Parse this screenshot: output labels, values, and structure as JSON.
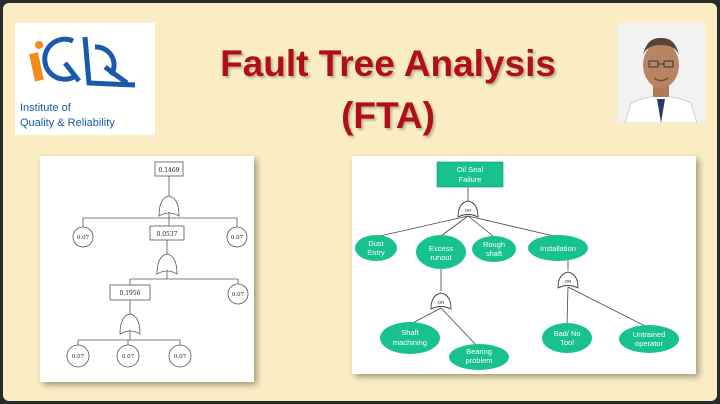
{
  "header": {
    "title_line1": "Fault Tree Analysis",
    "title_line2": "(FTA)"
  },
  "logo": {
    "line1": "Institute of",
    "line2": "Quality & Reliability",
    "colors": {
      "blue": "#1a5aa8",
      "orange": "#f28c1e"
    }
  },
  "left_tree": {
    "top_event": "0.1469",
    "intermediate_1": "0.0537",
    "intermediate_2": "0.1956",
    "basic_events": {
      "left_top": "0.07",
      "right_top": "0.07",
      "right_mid": "0.07",
      "bottom_1": "0.07",
      "bottom_2": "0.07",
      "bottom_3": "0.07"
    }
  },
  "right_tree": {
    "top_event": {
      "line1": "Oil Seal",
      "line2": "Failure"
    },
    "gate_label": "OR",
    "dust_entry": {
      "line1": "Dust",
      "line2": "Entry"
    },
    "excess_runout": {
      "line1": "Excess",
      "line2": "runout"
    },
    "rough_shaft": {
      "line1": "Rough",
      "line2": "shaft"
    },
    "installation": "Installation",
    "shaft_machining": {
      "line1": "Shaft",
      "line2": "machining"
    },
    "bearing_problem": {
      "line1": "Bearing",
      "line2": "problem"
    },
    "bad_no_tool": {
      "line1": "Bad/ No",
      "line2": "Tool"
    },
    "untrained_operator": {
      "line1": "Untrained",
      "line2": "operator"
    },
    "node_color": "#17c28f"
  },
  "colors": {
    "background": "#faedc4",
    "title": "#b00f18"
  }
}
